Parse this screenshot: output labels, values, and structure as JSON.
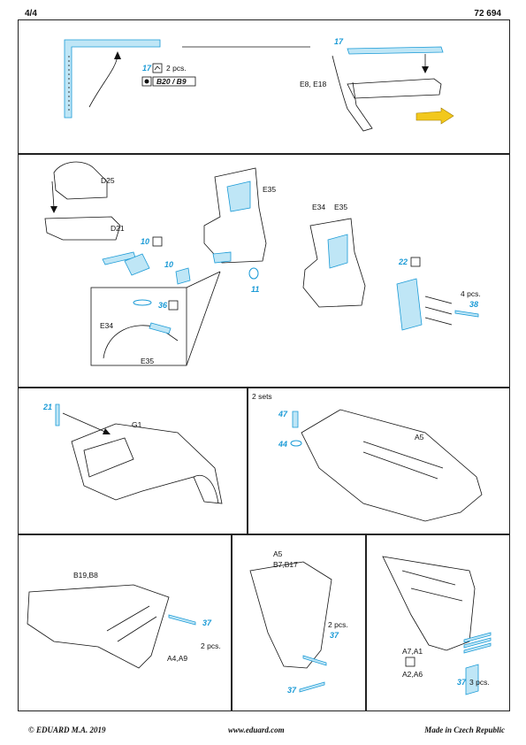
{
  "header": {
    "page": "4/4",
    "code": "72 694"
  },
  "footer": {
    "copyright": "© EDUARD  M.A. 2019",
    "website": "www.eduard.com",
    "origin": "Made in Czech Republic"
  },
  "colors": {
    "etch": "#1a9ad6",
    "etch_fill": "#bfe6f6",
    "arrow_yellow": "#f2c81c"
  },
  "icons": [
    "bend-icon",
    "paint-icon",
    "arrow-icon"
  ],
  "p1": {
    "part_a": "17",
    "qty_a": "2 pcs.",
    "paint_ref": "B20 / B9",
    "parts_b": "E8, E18",
    "part_b": "17"
  },
  "p2": {
    "d25": "D25",
    "d21": "D21",
    "e35a": "E35",
    "e34": "E34",
    "e35b": "E35",
    "e34b": "E34",
    "e35c": "E35",
    "pe10a": "10",
    "pe10b": "10",
    "pe11": "11",
    "pe36": "36",
    "pe22": "22",
    "qty": "4 pcs.",
    "pe38": "38"
  },
  "p3": {
    "pe21": "21",
    "g1": "G1"
  },
  "p4": {
    "sets": "2 sets",
    "pe47": "47",
    "pe44": "44",
    "a5": "A5"
  },
  "p5": {
    "b19": "B19,B8",
    "pe37": "37",
    "qty": "2 pcs.",
    "a4": "A4,A9"
  },
  "p6": {
    "a5": "A5",
    "b7": "B7,B17",
    "qty": "2 pcs.",
    "pe37a": "37",
    "pe37b": "37"
  },
  "p7": {
    "a7": "A7,A1",
    "a2": "A2,A6",
    "pe37": "37",
    "qty": "3 pcs."
  }
}
